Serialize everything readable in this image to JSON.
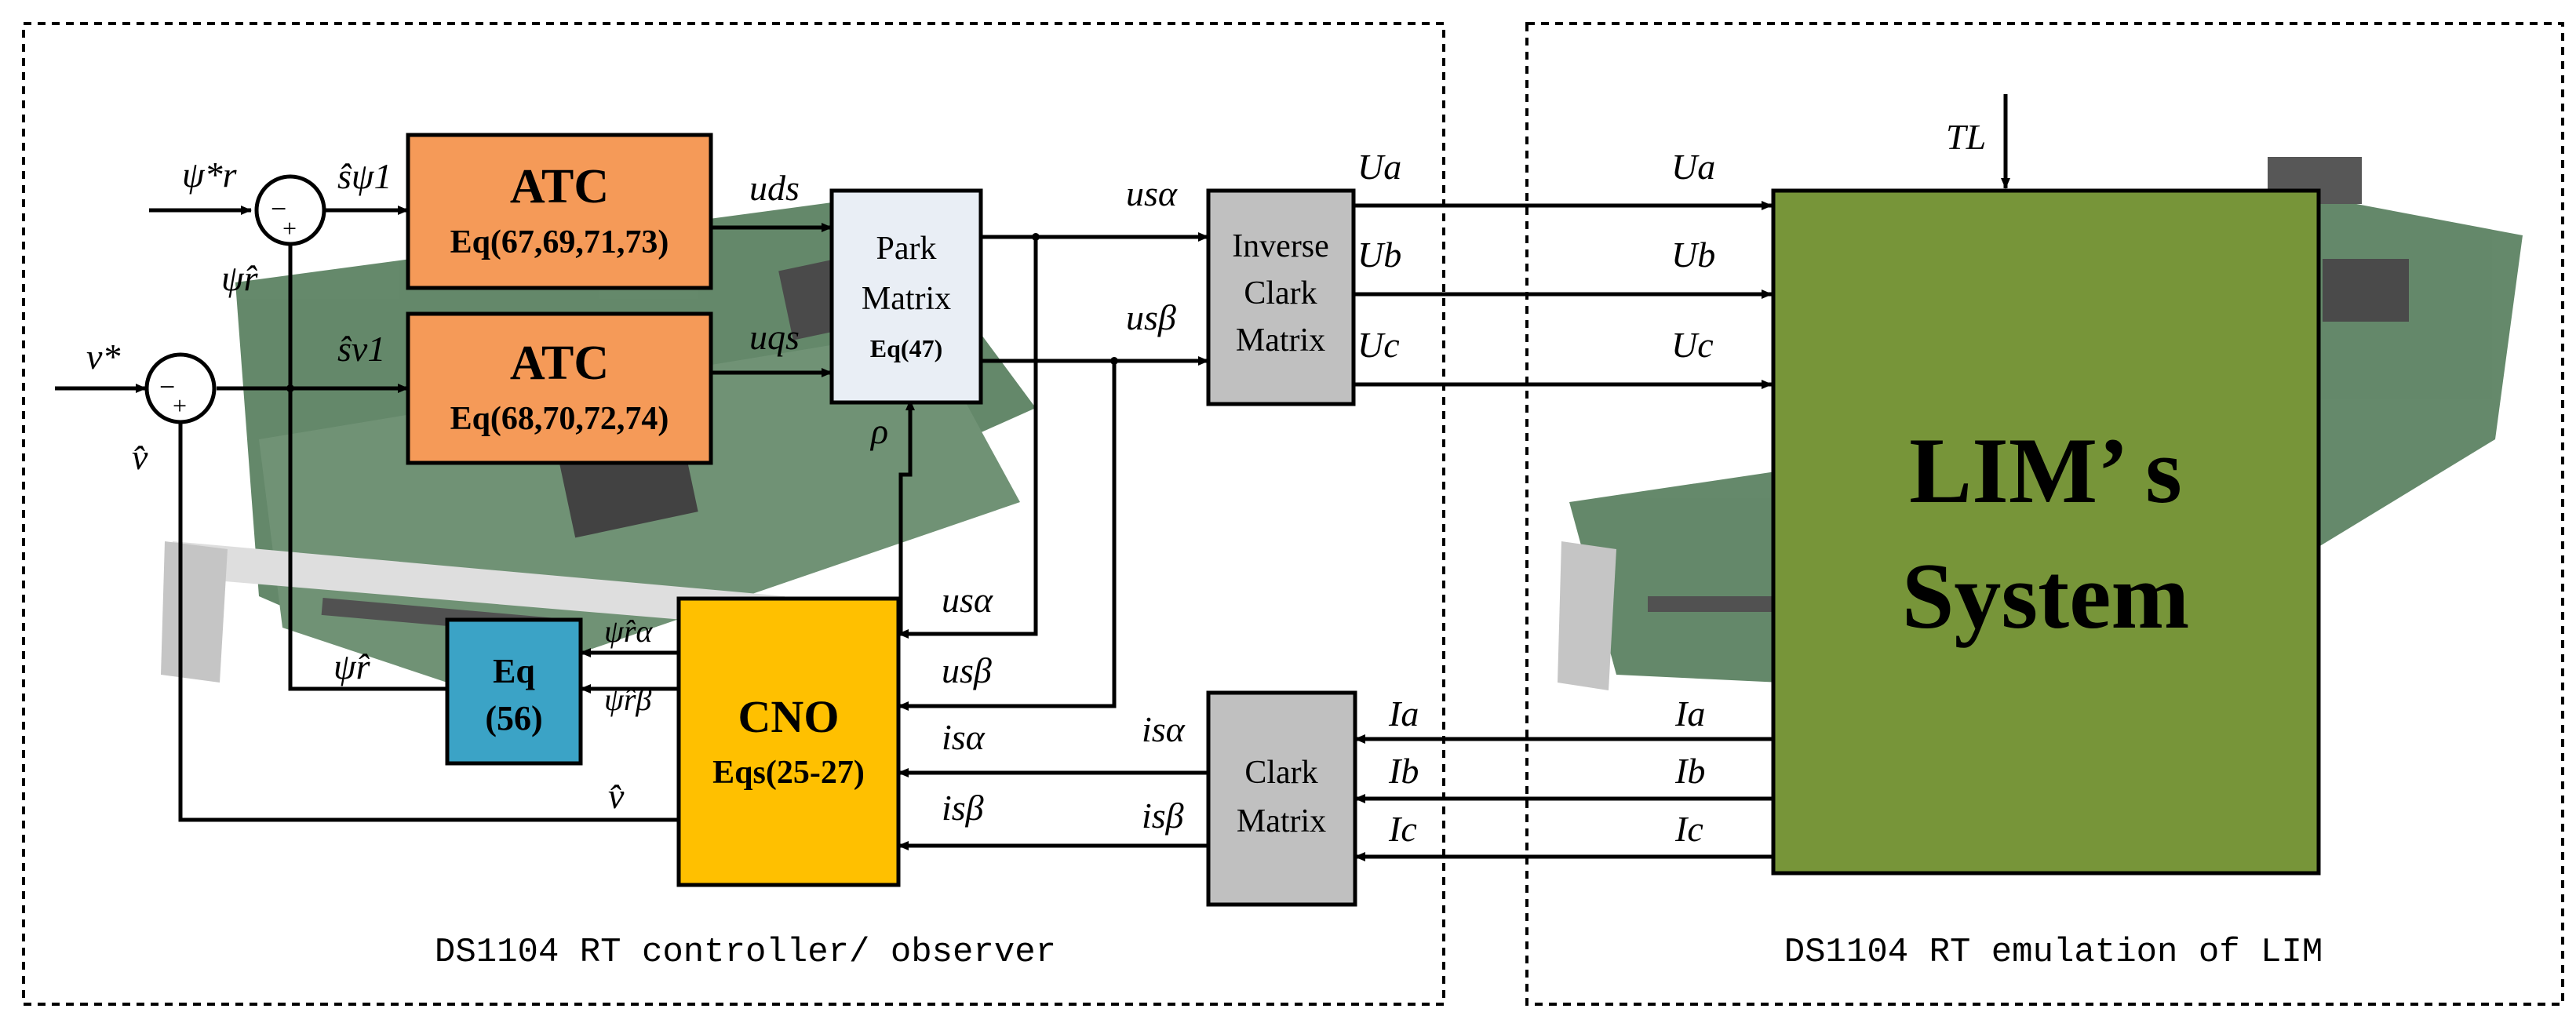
{
  "captions": {
    "left": "DS1104 RT controller/ observer",
    "right": "DS1104 RT emulation of LIM"
  },
  "blocks": {
    "atc1": {
      "title": "ATC",
      "eq": "Eq(67,69,71,73)"
    },
    "atc2": {
      "title": "ATC",
      "eq": "Eq(68,70,72,74)"
    },
    "park": {
      "line1": "Park",
      "line2": "Matrix",
      "eq": "Eq(47)"
    },
    "inv_clark": {
      "line1": "Inverse",
      "line2": "Clark",
      "line3": "Matrix"
    },
    "clark": {
      "line1": "Clark",
      "line2": "Matrix"
    },
    "cno": {
      "title": "CNO",
      "eq": "Eqs(25-27)"
    },
    "eq56": {
      "line1": "Eq",
      "line2": "(56)"
    },
    "lim": {
      "line1": "LIM’ s",
      "line2": "System"
    }
  },
  "signals": {
    "psi_ref": "ψ*r",
    "psi_hat": "ψ̂r",
    "s_psi1": "ŝψ1",
    "v_ref": "v*",
    "v_hat": "v̂",
    "s_v1": "ŝv1",
    "u_ds": "uds",
    "u_qs": "uqs",
    "rho": "ρ",
    "u_salpha": "usα",
    "u_sbeta": "usβ",
    "U_a": "Ua",
    "U_b": "Ub",
    "U_c": "Uc",
    "T_L": "TL",
    "I_a": "Ia",
    "I_b": "Ib",
    "I_c": "Ic",
    "i_salpha": "isα",
    "i_sbeta": "isβ",
    "psi_ralpha": "ψ̂rα",
    "psi_rbeta": "ψ̂rβ",
    "minus": "−",
    "plus": "+"
  },
  "colors": {
    "atc": "#f59a58",
    "park": "#e9eef5",
    "matrix_gray": "#c0c0c0",
    "cno": "#ffc000",
    "eq56": "#3ba3c6",
    "lim": "#779539",
    "board_green": "#3f6a44"
  }
}
